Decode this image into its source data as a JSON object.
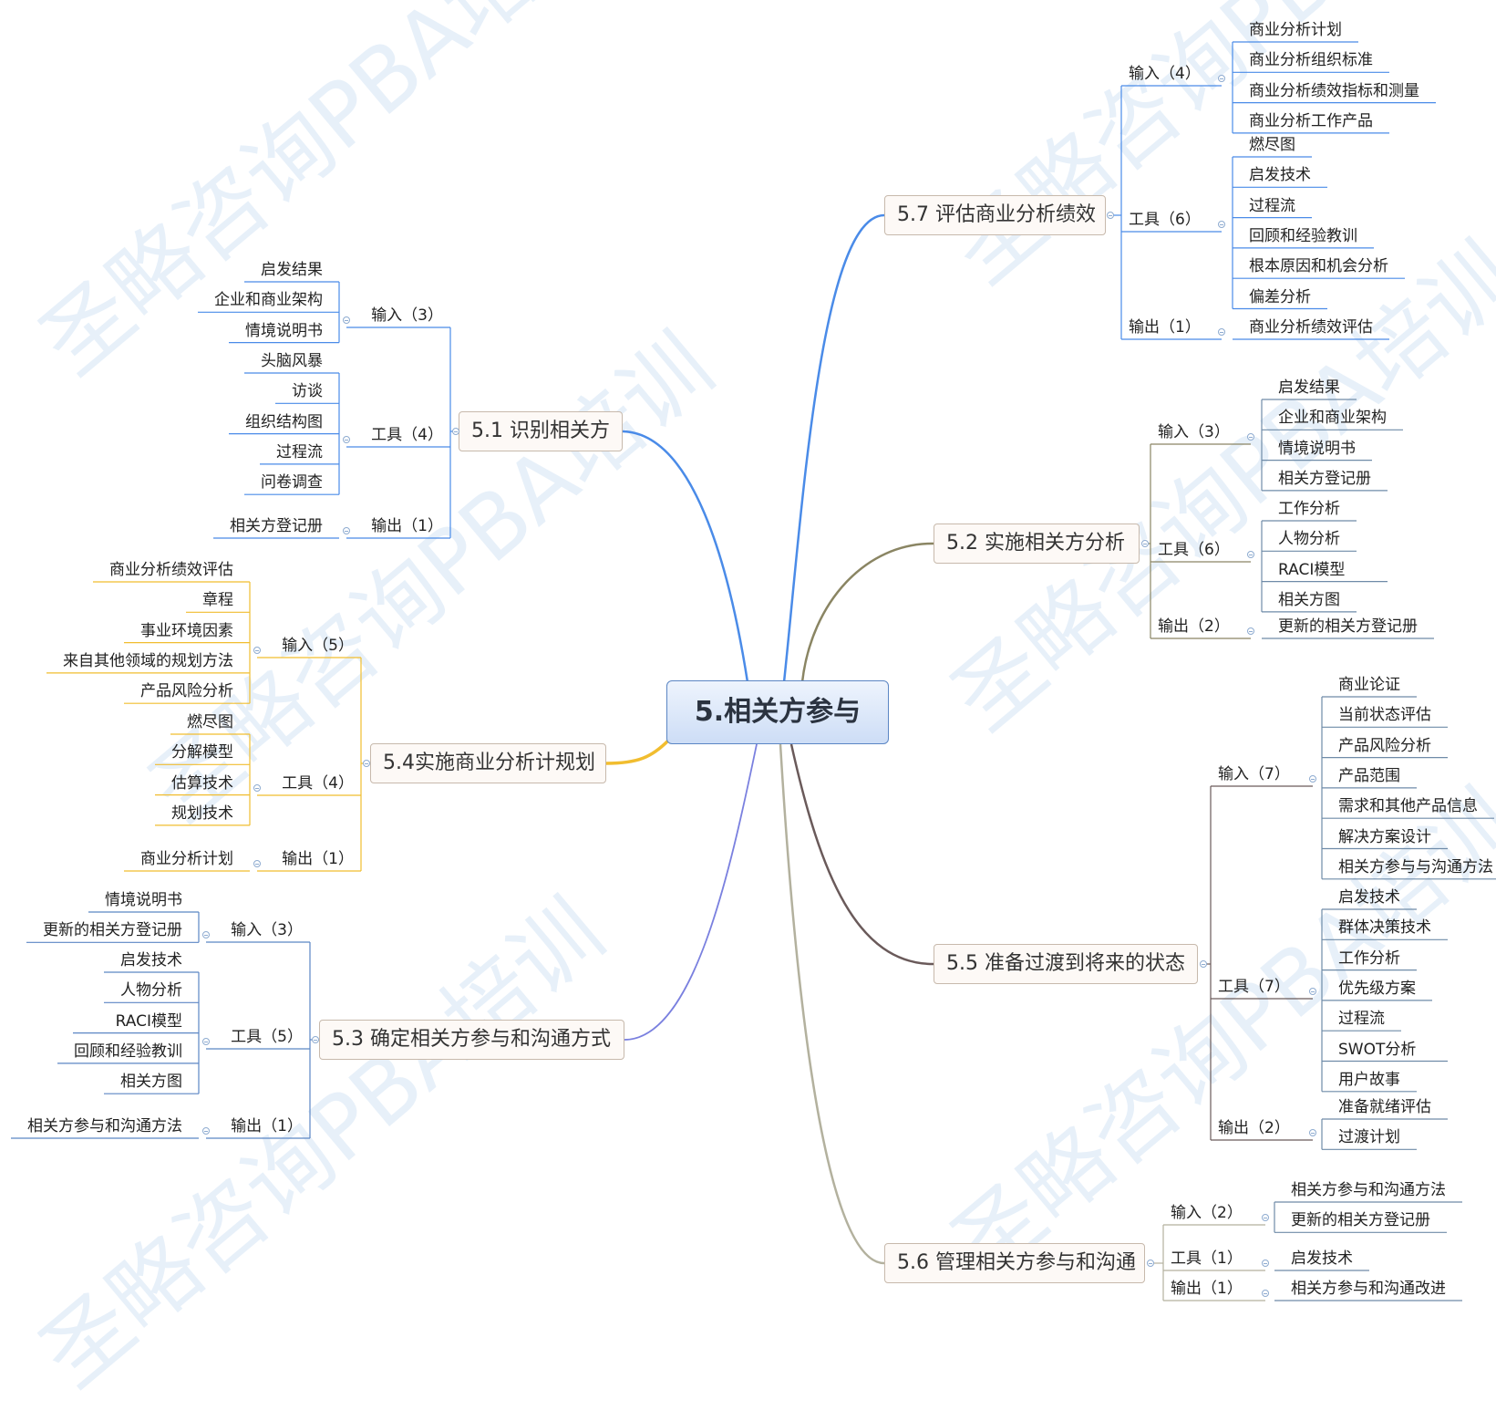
{
  "watermark": "圣略咨询PBA培训",
  "central": "5.相关方参与",
  "colors": {
    "b51": "#4a8be8",
    "b52": "#8a8563",
    "b53": "#7a80df",
    "b54": "#f1bd2f",
    "b55": "#6a5a5a",
    "b56": "#b3b19e",
    "b57": "#4a8be8",
    "leaf51": "#4a8be8",
    "leaf52": "#6f8ba8",
    "leaf53": "#5b86c4",
    "leaf54": "#f1bd2f",
    "leaf55": "#6f8ba8",
    "leaf56": "#6f8ba8",
    "leaf57": "#4a8be8"
  },
  "topics": {
    "t51": "5.1 识别相关方",
    "t52": "5.2 实施相关方分析",
    "t53": "5.3 确定相关方参与和沟通方式",
    "t54": "5.4实施商业分析计规划",
    "t55": "5.5 准备过渡到将来的状态",
    "t56": "5.6 管理相关方参与和沟通",
    "t57": "5.7 评估商业分析绩效"
  },
  "t51": {
    "input": {
      "label": "输入（3）",
      "items": [
        "启发结果",
        "企业和商业架构",
        "情境说明书"
      ]
    },
    "tools": {
      "label": "工具（4）",
      "items": [
        "头脑风暴",
        "访谈",
        "组织结构图",
        "过程流",
        "问卷调查"
      ]
    },
    "output": {
      "label": "输出（1）",
      "items": [
        "相关方登记册"
      ]
    }
  },
  "t52": {
    "input": {
      "label": "输入（3）",
      "items": [
        "启发结果",
        "企业和商业架构",
        "情境说明书",
        "相关方登记册"
      ]
    },
    "tools": {
      "label": "工具（6）",
      "items": [
        "工作分析",
        "人物分析",
        "RACI模型",
        "相关方图"
      ]
    },
    "output": {
      "label": "输出（2）",
      "items": [
        "更新的相关方登记册"
      ]
    }
  },
  "t53": {
    "input": {
      "label": "输入（3）",
      "items": [
        "情境说明书",
        "更新的相关方登记册"
      ]
    },
    "tools": {
      "label": "工具（5）",
      "items": [
        "启发技术",
        "人物分析",
        "RACI模型",
        "回顾和经验教训",
        "相关方图"
      ]
    },
    "output": {
      "label": "输出（1）",
      "items": [
        "相关方参与和沟通方法"
      ]
    }
  },
  "t54": {
    "input": {
      "label": "输入（5）",
      "items": [
        "商业分析绩效评估",
        "章程",
        "事业环境因素",
        "来自其他领域的规划方法",
        "产品风险分析"
      ]
    },
    "tools": {
      "label": "工具（4）",
      "items": [
        "燃尽图",
        "分解模型",
        "估算技术",
        "规划技术"
      ]
    },
    "output": {
      "label": "输出（1）",
      "items": [
        "商业分析计划"
      ]
    }
  },
  "t55": {
    "input": {
      "label": "输入（7）",
      "items": [
        "商业论证",
        "当前状态评估",
        "产品风险分析",
        "产品范围",
        "需求和其他产品信息",
        "解决方案设计",
        "相关方参与与沟通方法"
      ]
    },
    "tools": {
      "label": "工具（7）",
      "items": [
        "启发技术",
        "群体决策技术",
        "工作分析",
        "优先级方案",
        "过程流",
        "SWOT分析",
        "用户故事"
      ]
    },
    "output": {
      "label": "输出（2）",
      "items": [
        "准备就绪评估",
        "过渡计划"
      ]
    }
  },
  "t56": {
    "input": {
      "label": "输入（2）",
      "items": [
        "相关方参与和沟通方法",
        "更新的相关方登记册"
      ]
    },
    "tools": {
      "label": "工具（1）",
      "items": [
        "启发技术"
      ]
    },
    "output": {
      "label": "输出（1）",
      "items": [
        "相关方参与和沟通改进"
      ]
    }
  },
  "t57": {
    "input": {
      "label": "输入（4）",
      "items": [
        "商业分析计划",
        "商业分析组织标准",
        "商业分析绩效指标和测量",
        "商业分析工作产品"
      ]
    },
    "tools": {
      "label": "工具（6）",
      "items": [
        "燃尽图",
        "启发技术",
        "过程流",
        "回顾和经验教训",
        "根本原因和机会分析",
        "偏差分析"
      ]
    },
    "output": {
      "label": "输出（1）",
      "items": [
        "商业分析绩效评估"
      ]
    }
  }
}
